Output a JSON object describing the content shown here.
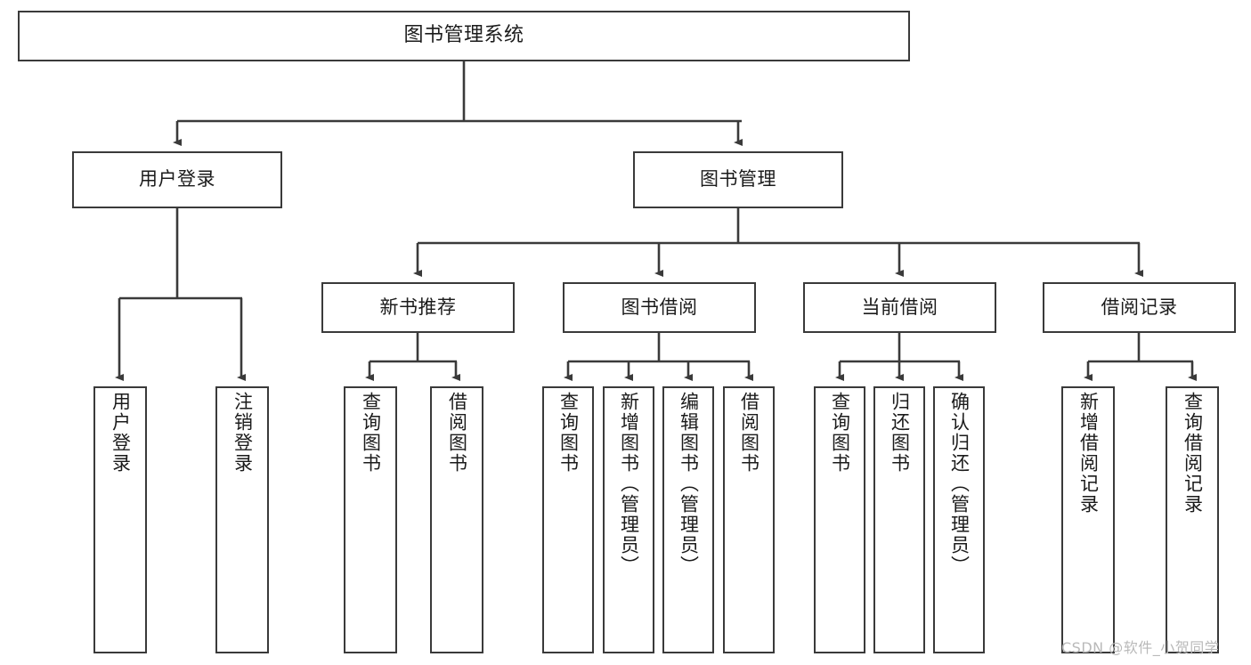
{
  "diagram": {
    "type": "tree",
    "title": "图书管理系统",
    "orientation": "top-down",
    "watermark": "CSDN @软件_小贺同学",
    "colors": {
      "box_border": "#3a3a3a",
      "box_fill": "#ffffff",
      "edge": "#3a3a3a",
      "text": "#1b1b1b",
      "watermark": "#b9b9b9"
    },
    "nodes": {
      "root": {
        "id": "root",
        "label": "图书管理系统",
        "level": 0,
        "text_orientation": "horizontal"
      },
      "user_login": {
        "id": "user_login",
        "label": "用户登录",
        "level": 1,
        "text_orientation": "horizontal"
      },
      "book_mgmt": {
        "id": "book_mgmt",
        "label": "图书管理",
        "level": 1,
        "text_orientation": "horizontal"
      },
      "new_book_rec": {
        "id": "new_book_rec",
        "label": "新书推荐",
        "level": 2,
        "text_orientation": "horizontal"
      },
      "book_borrow": {
        "id": "book_borrow",
        "label": "图书借阅",
        "level": 2,
        "text_orientation": "horizontal"
      },
      "current_borrow": {
        "id": "current_borrow",
        "label": "当前借阅",
        "level": 2,
        "text_orientation": "horizontal"
      },
      "borrow_record": {
        "id": "borrow_record",
        "label": "借阅记录",
        "level": 2,
        "text_orientation": "horizontal"
      },
      "leaf_user_login": {
        "id": "leaf_user_login",
        "label": "用户登录",
        "level": 2,
        "text_orientation": "vertical"
      },
      "leaf_logout": {
        "id": "leaf_logout",
        "label": "注销登录",
        "level": 2,
        "text_orientation": "vertical"
      },
      "leaf_query_book_1": {
        "id": "leaf_query_book_1",
        "label": "查询图书",
        "level": 3,
        "text_orientation": "vertical"
      },
      "leaf_borrow_book_1": {
        "id": "leaf_borrow_book_1",
        "label": "借阅图书",
        "level": 3,
        "text_orientation": "vertical"
      },
      "leaf_query_book_2": {
        "id": "leaf_query_book_2",
        "label": "查询图书",
        "level": 3,
        "text_orientation": "vertical"
      },
      "leaf_add_book": {
        "id": "leaf_add_book",
        "label": "新增图书（管理员）",
        "level": 3,
        "text_orientation": "vertical"
      },
      "leaf_edit_book": {
        "id": "leaf_edit_book",
        "label": "编辑图书（管理员）",
        "level": 3,
        "text_orientation": "vertical"
      },
      "leaf_borrow_book_2": {
        "id": "leaf_borrow_book_2",
        "label": "借阅图书",
        "level": 3,
        "text_orientation": "vertical"
      },
      "leaf_query_book_3": {
        "id": "leaf_query_book_3",
        "label": "查询图书",
        "level": 3,
        "text_orientation": "vertical"
      },
      "leaf_return_book": {
        "id": "leaf_return_book",
        "label": "归还图书",
        "level": 3,
        "text_orientation": "vertical"
      },
      "leaf_confirm_return": {
        "id": "leaf_confirm_return",
        "label": "确认归还（管理员）",
        "level": 3,
        "text_orientation": "vertical"
      },
      "leaf_add_record": {
        "id": "leaf_add_record",
        "label": "新增借阅记录",
        "level": 3,
        "text_orientation": "vertical"
      },
      "leaf_query_record": {
        "id": "leaf_query_record",
        "label": "查询借阅记录",
        "level": 3,
        "text_orientation": "vertical"
      }
    },
    "edges": [
      {
        "from": "root",
        "to": "user_login"
      },
      {
        "from": "root",
        "to": "book_mgmt"
      },
      {
        "from": "user_login",
        "to": "leaf_user_login"
      },
      {
        "from": "user_login",
        "to": "leaf_logout"
      },
      {
        "from": "book_mgmt",
        "to": "new_book_rec"
      },
      {
        "from": "book_mgmt",
        "to": "book_borrow"
      },
      {
        "from": "book_mgmt",
        "to": "current_borrow"
      },
      {
        "from": "book_mgmt",
        "to": "borrow_record"
      },
      {
        "from": "new_book_rec",
        "to": "leaf_query_book_1"
      },
      {
        "from": "new_book_rec",
        "to": "leaf_borrow_book_1"
      },
      {
        "from": "book_borrow",
        "to": "leaf_query_book_2"
      },
      {
        "from": "book_borrow",
        "to": "leaf_add_book"
      },
      {
        "from": "book_borrow",
        "to": "leaf_edit_book"
      },
      {
        "from": "book_borrow",
        "to": "leaf_borrow_book_2"
      },
      {
        "from": "current_borrow",
        "to": "leaf_query_book_3"
      },
      {
        "from": "current_borrow",
        "to": "leaf_return_book"
      },
      {
        "from": "current_borrow",
        "to": "leaf_confirm_return"
      },
      {
        "from": "borrow_record",
        "to": "leaf_add_record"
      },
      {
        "from": "borrow_record",
        "to": "leaf_query_record"
      }
    ]
  }
}
